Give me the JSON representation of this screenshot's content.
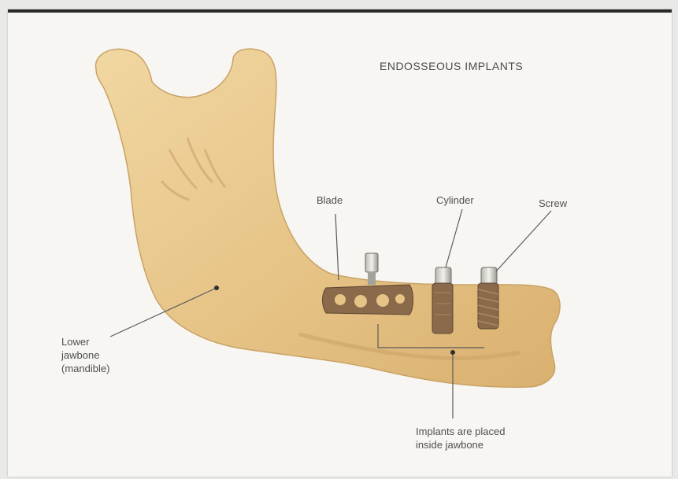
{
  "title": "ENDOSSEOUS IMPLANTS",
  "labels": {
    "blade": "Blade",
    "cylinder": "Cylinder",
    "screw": "Screw",
    "jawbone_line1": "Lower",
    "jawbone_line2": "jawbone",
    "jawbone_line3": "(mandible)",
    "placed_line1": "Implants are placed",
    "placed_line2": "inside jawbone"
  },
  "colors": {
    "bone": "#e9c98e",
    "bone_shadow": "#c9a266",
    "implant": "#8a6a4a",
    "leader": "#5a5a5a"
  }
}
